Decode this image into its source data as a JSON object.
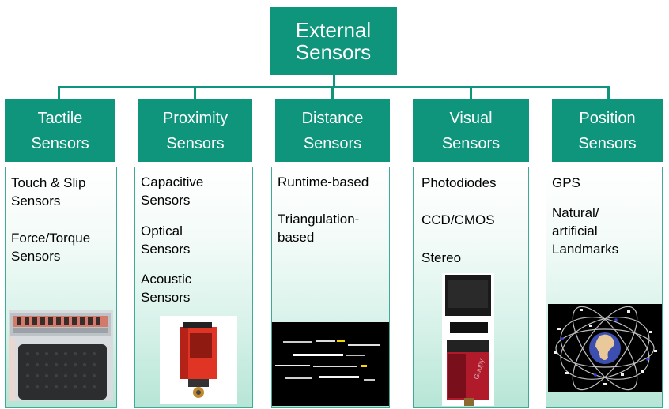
{
  "root": {
    "line1": "External",
    "line2": "Sensors"
  },
  "columns": [
    {
      "header": {
        "line1": "Tactile",
        "line2": "Sensors"
      },
      "items": [
        {
          "line1": "Touch & Slip",
          "line2": "Sensors"
        },
        {
          "line1": "Force/Torque",
          "line2": "Sensors"
        }
      ]
    },
    {
      "header": {
        "line1": "Proximity",
        "line2": "Sensors"
      },
      "items": [
        {
          "line1": "Capacitive",
          "line2": "Sensors"
        },
        {
          "line1": "Optical",
          "line2": "Sensors"
        },
        {
          "line1": "Acoustic",
          "line2": "Sensors"
        }
      ]
    },
    {
      "header": {
        "line1": "Distance",
        "line2": "Sensors"
      },
      "items": [
        {
          "line1": "Runtime-based",
          "line2": ""
        },
        {
          "line1": "Triangulation-",
          "line2": "based"
        }
      ]
    },
    {
      "header": {
        "line1": "Visual",
        "line2": "Sensors"
      },
      "items": [
        {
          "line1": "Photodiodes",
          "line2": ""
        },
        {
          "line1": "CCD/CMOS",
          "line2": ""
        },
        {
          "line1": "Stereo",
          "line2": ""
        }
      ]
    },
    {
      "header": {
        "line1": "Position",
        "line2": "Sensors"
      },
      "items": [
        {
          "line1": "GPS",
          "line2": ""
        },
        {
          "line1": "Natural/",
          "line2": "artificial",
          "line3": "Landmarks"
        }
      ]
    }
  ],
  "images": {
    "camera_label": "Guppy"
  },
  "colors": {
    "box": "#0e957c",
    "panel_border": "#3faa95"
  }
}
